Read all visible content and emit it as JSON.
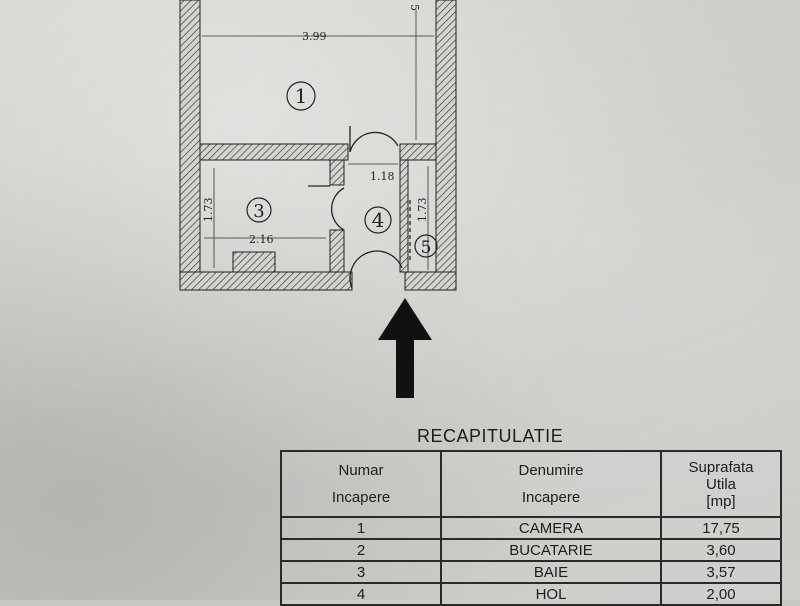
{
  "floor_plan": {
    "dimensions": {
      "room1_width": "3.99",
      "room1_depth_partial": "5",
      "room3_height": "1.73",
      "room3_width": "2.16",
      "hall_width": "1.18",
      "room5_height": "1.73"
    },
    "room_numbers": [
      "1",
      "3",
      "4",
      "5"
    ],
    "entrance_arrow": "entrance-arrow"
  },
  "recap": {
    "title": "RECAPITULATIE",
    "headers": {
      "number_line1": "Numar",
      "number_line2": "Incapere",
      "name_line1": "Denumire",
      "name_line2": "Incapere",
      "area_line1": "Suprafata",
      "area_line2": "Utila",
      "area_line3": "[mp]"
    },
    "rows": [
      {
        "nr": "1",
        "name": "CAMERA",
        "area": "17,75"
      },
      {
        "nr": "2",
        "name": "BUCATARIE",
        "area": "3,60"
      },
      {
        "nr": "3",
        "name": "BAIE",
        "area": "3,57"
      },
      {
        "nr": "4",
        "name": "HOL",
        "area": "2,00"
      }
    ]
  }
}
